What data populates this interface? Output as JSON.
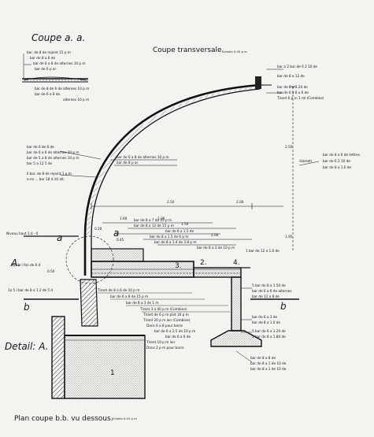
{
  "titles": {
    "coupe_a": "Coupe a. a.",
    "coupe_transversale": "Coupe transversale",
    "echelle_top": "Echelle 0.05 p m",
    "detail": "Detail: A.",
    "plan_coupe": "Plan coupe b.b. vu dessous.",
    "echelle_bottom": "Echelle 0.01 p m"
  },
  "dimensions": {
    "span": "2.50",
    "span_right": "2.00",
    "height": "2.50",
    "d160": "1.60",
    "d120": "1.20",
    "d150": "1.50",
    "d200": "2.00",
    "d195": "1.95",
    "d020": "0.20",
    "d045": "0.45",
    "d050": "0.50"
  },
  "marks": {
    "a_left": "a",
    "a_right": "a",
    "A_ref": "A.",
    "b_left": "b",
    "b_right": "b",
    "n4": "4.",
    "n2": "2.",
    "n3": "3.",
    "n1": "1"
  },
  "notes": {
    "left": [
      "bar. de 8 de rejoint 15 p m",
      "bar de 8 a 6 de",
      "bar de 6 a 8 de alternes 10 p m",
      "bar de 6 p ar",
      "bar de 8 de 6 de alternes 10 p m",
      "bar de 6 a 8 de",
      "alternes 10 p m",
      "bar de 6 de 6 de",
      "bar de 6 a 6 de alternes 10 p m",
      "bar de 5 a 8 de alternes 10 p m",
      "bar 5 a 12 5 de",
      "ll bar. de 8 de rejoint 1 p m",
      "a mi ... bar 18 d.10 alt.",
      "Niveau haut 1.0 - 0",
      "Ny de l fon de 6 d",
      "1a 5 l bar de 8 a 1.2 de 5 d"
    ],
    "right": [
      "bar a 2 bar de 6 2 10 de",
      "bar de 8 a 12 de",
      "bar de 6 a 3.20 de",
      "bar de 6 a 8 a 6 de",
      "Tirant 6 p m 1 ml (Combine)",
      "bar de 8 a 6 de lettres",
      "diametr",
      "bar de 6 2 10 de",
      "bar de 6 a 1.0 de",
      "1 bar de 12 a 1.0 de",
      "5 bar de 8 a 1.50 de",
      "bar de 6 a 6 de alternes",
      "bar de 12 a 8 de",
      "bar de 6 a 3 de",
      "bar de 8 a 1.0 de",
      "5 bar de 6 a 1.20 de",
      "5 bar de 8 a 1.80 de",
      "bar de 8 a 8 de",
      "bar de 8 a 1 de 10 de",
      "bar de 8 a 1 de 10 de"
    ],
    "middle": [
      "bar de 6 a 8 de alternes 10 p m",
      "bar de 8 p ar",
      "bar de 8 a 7 de 25 p m",
      "bar de 8 a 12 de 15 p m",
      "bar de 6 a 1.5 de",
      "bar de 8 a 1.5 de 6 p m",
      "bar de 8 a 1.4 de 3.8 p m",
      "bar de 8 a 3 de 10 p m",
      "Tirant de 8 a 6 de 10 p m",
      "bar de 6 a 8 de 15 p m",
      "bar de 8 a 3 de 1 m",
      "Tirant 3 a 40 p m (Combine)",
      "Tirant de 6 p m plat 10 p m",
      "Tirant 20 p m lon (Combine)",
      "Dans 6 a 8 pour barre",
      "bar de 6 a 2.5 de 10 p m",
      "bar de 6 a 6 de",
      "Tirant 10 p m lon",
      "Dans 2 p m pour barre"
    ]
  }
}
